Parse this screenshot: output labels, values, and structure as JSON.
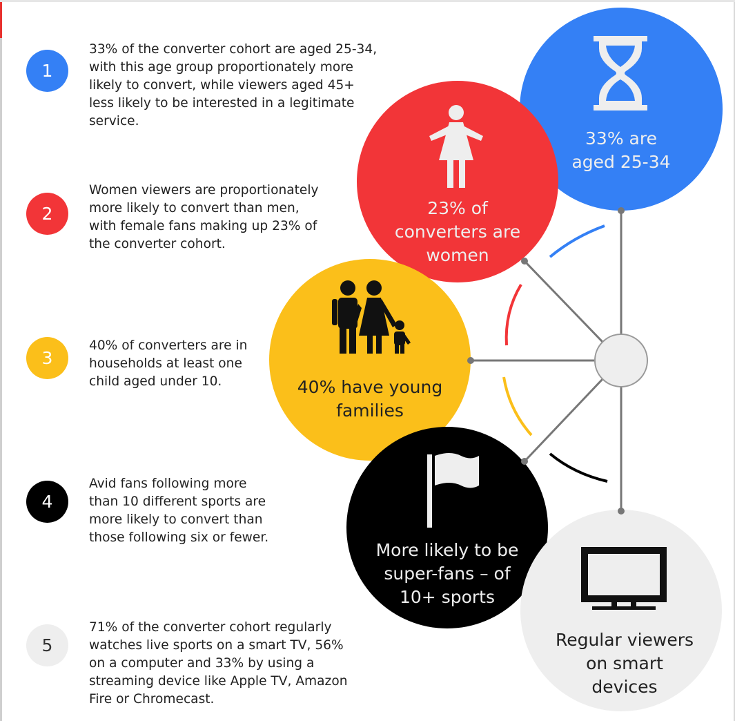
{
  "items": [
    {
      "number": "1",
      "color": "#3480f5",
      "text": "33% of the converter cohort are aged 25-34, with this age group proportionately more likely to convert, while viewers aged 45+ less likely to be interested in a legitimate service."
    },
    {
      "number": "2",
      "color": "#f23538",
      "text": "Women viewers are proportionately more likely to convert than men, with female fans making up 23% of the converter cohort."
    },
    {
      "number": "3",
      "color": "#fbbf1a",
      "text": "40% of converters are in households at least one child aged under 10."
    },
    {
      "number": "4",
      "color": "#000000",
      "text": "Avid fans following more than 10 different sports are more likely to convert than those following six or fewer."
    },
    {
      "number": "5",
      "color": "#eeeeee",
      "text": "71% of the converter cohort regularly watches live sports on a smart TV, 56% on a computer and 33% by using a streaming device like Apple TV, Amazon Fire or Chromecast."
    }
  ],
  "circles": {
    "age": {
      "label": "33% are aged 25-34",
      "color": "#3480f5",
      "icon": "hourglass-icon"
    },
    "women": {
      "label": "23% of converters are women",
      "color": "#f23538",
      "icon": "woman-icon"
    },
    "families": {
      "label": "40% have young families",
      "color": "#fbbf1a",
      "icon": "family-icon"
    },
    "superfans": {
      "label": "More likely to be super-fans – of 10+ sports",
      "color": "#000000",
      "icon": "flag-icon"
    },
    "devices": {
      "label": "Regular viewers on smart devices",
      "color": "#eeeeee",
      "icon": "tv-icon"
    }
  }
}
